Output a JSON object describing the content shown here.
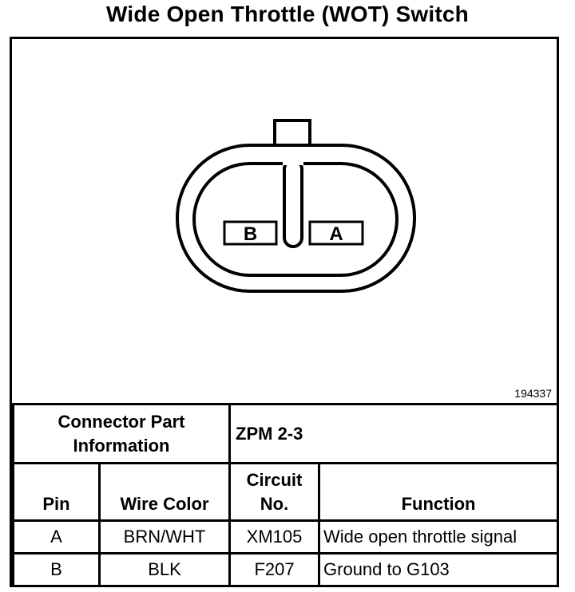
{
  "title": "Wide Open Throttle (WOT) Switch",
  "figure": {
    "id": "194337",
    "terminals": {
      "left": "B",
      "right": "A"
    }
  },
  "connector": {
    "part_info_label_line1": "Connector Part",
    "part_info_label_line2": "Information",
    "part_info_value": "ZPM 2-3"
  },
  "table": {
    "headers": {
      "pin": "Pin",
      "wire_color": "Wire Color",
      "circuit_line1": "Circuit",
      "circuit_line2": "No.",
      "function": "Function"
    },
    "rows": [
      {
        "pin": "A",
        "wire_color": "BRN/WHT",
        "circuit": "XM105",
        "function": "Wide open throttle signal"
      },
      {
        "pin": "B",
        "wire_color": "BLK",
        "circuit": "F207",
        "function": "Ground to G103"
      }
    ]
  }
}
